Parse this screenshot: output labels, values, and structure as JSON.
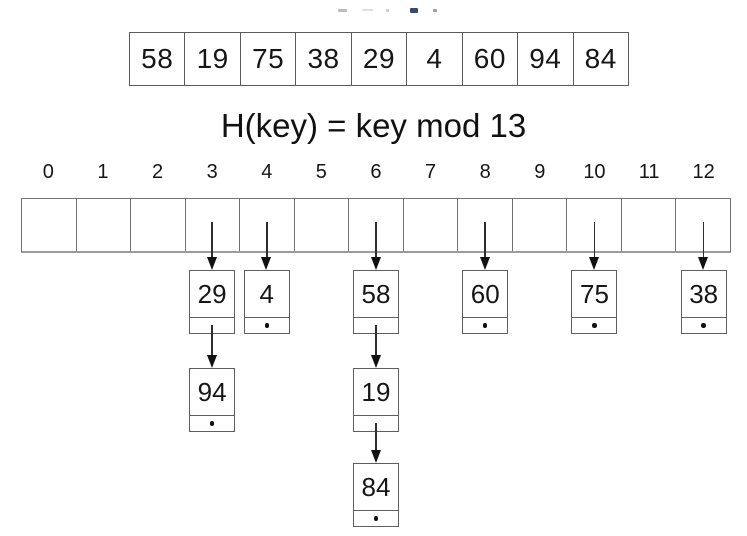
{
  "title": "H(key) = key mod 13",
  "input_array": {
    "values": [
      "58",
      "19",
      "75",
      "38",
      "29",
      "4",
      "60",
      "94",
      "84"
    ]
  },
  "hash_table": {
    "indices": [
      "0",
      "1",
      "2",
      "3",
      "4",
      "5",
      "6",
      "7",
      "8",
      "9",
      "10",
      "11",
      "12"
    ],
    "bucket_count": 13,
    "chains": [
      {
        "bucket": 3,
        "nodes": [
          "29",
          "94"
        ]
      },
      {
        "bucket": 4,
        "nodes": [
          "4"
        ]
      },
      {
        "bucket": 6,
        "nodes": [
          "58",
          "19",
          "84"
        ]
      },
      {
        "bucket": 8,
        "nodes": [
          "60"
        ]
      },
      {
        "bucket": 10,
        "nodes": [
          "75"
        ]
      },
      {
        "bucket": 12,
        "nodes": [
          "38"
        ]
      }
    ]
  },
  "colors": {
    "background": "#ffffff",
    "box_border": "#5e5e5e",
    "table_border": "#737373",
    "arrow": "#111111",
    "text": "#161616"
  }
}
